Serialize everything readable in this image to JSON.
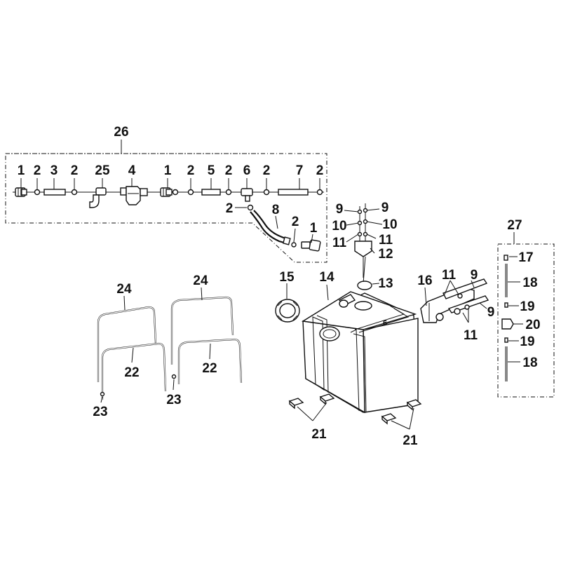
{
  "callouts": {
    "c1a": "1",
    "c2a": "2",
    "c3": "3",
    "c2b": "2",
    "c25": "25",
    "c4": "4",
    "c1b": "1",
    "c2c": "2",
    "c5": "5",
    "c2d": "2",
    "c6": "6",
    "c2e": "2",
    "c7": "7",
    "c2f": "2",
    "c26": "26",
    "c2g": "2",
    "c8": "8",
    "c2h": "2",
    "c1c": "1",
    "c9a": "9",
    "c9b": "9",
    "c10a": "10",
    "c10b": "10",
    "c11a": "11",
    "c11b": "11",
    "c12": "12",
    "c13": "13",
    "c14": "14",
    "c15": "15",
    "c16": "16",
    "c11c": "11",
    "c9c": "9",
    "c9d": "9",
    "c11d": "11",
    "c27": "27",
    "c17": "17",
    "c18a": "18",
    "c19a": "19",
    "c20": "20",
    "c19b": "19",
    "c18b": "18",
    "c24a": "24",
    "c24b": "24",
    "c22a": "22",
    "c22b": "22",
    "c23a": "23",
    "c23b": "23",
    "c21a": "21",
    "c21b": "21"
  }
}
